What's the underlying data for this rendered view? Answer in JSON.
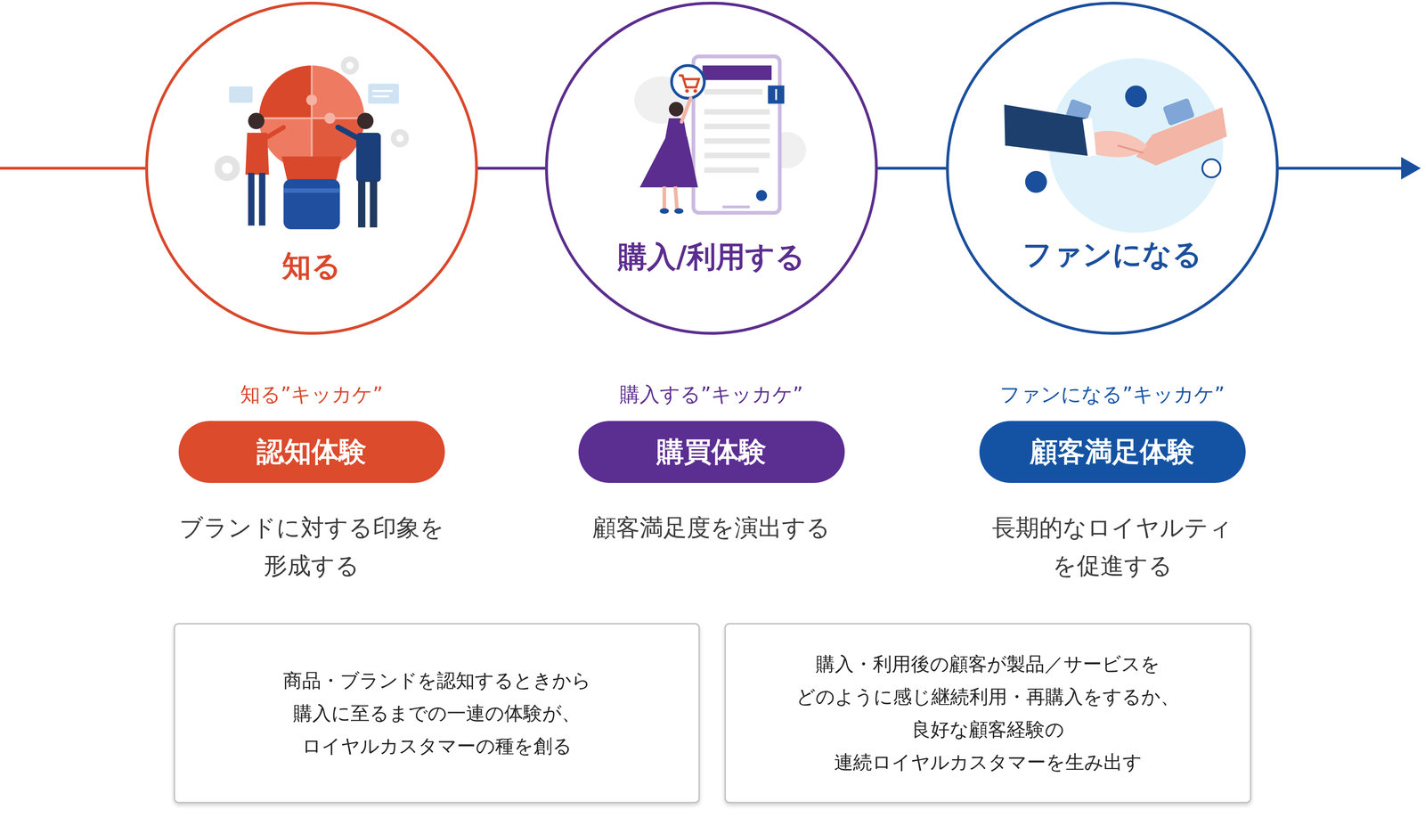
{
  "diagram": {
    "nodes": [
      {
        "text": [
          "知る"
        ]
      },
      {
        "text": [
          "購入/利用する"
        ]
      },
      {
        "text": [
          "ファンになる"
        ]
      },
      {
        "text": [
          "知る”キッカケ”",
          "認知体験"
        ]
      },
      {
        "text": [
          "購入する”キッカケ”",
          "購買体験"
        ]
      },
      {
        "text": [
          "ファンになる”キッカケ”",
          "顧客満足体験"
        ]
      },
      {
        "text": [
          "商品・ブランドを認知するときから 購入に至るまでの一連の体験が、 ロイヤルカスタマーの種を創る"
        ]
      },
      {
        "text": [
          "購入・利用後の顧客が製品／サービスを どのように感じ継続利用・再購入をするか、 良好な顧客経験の 連続ロイヤルカスタマーを生み出す"
        ]
      }
    ],
    "edges": [
      {
        "from": 0,
        "to": 1,
        "arrow": "none"
      },
      {
        "from": 1,
        "to": 2,
        "arrow": "none"
      }
    ],
    "labels": [
      "ブランドに対する印象を 形成する",
      "顧客満足度を演出する",
      "長期的なロイヤルティ を促進する"
    ]
  }
}
